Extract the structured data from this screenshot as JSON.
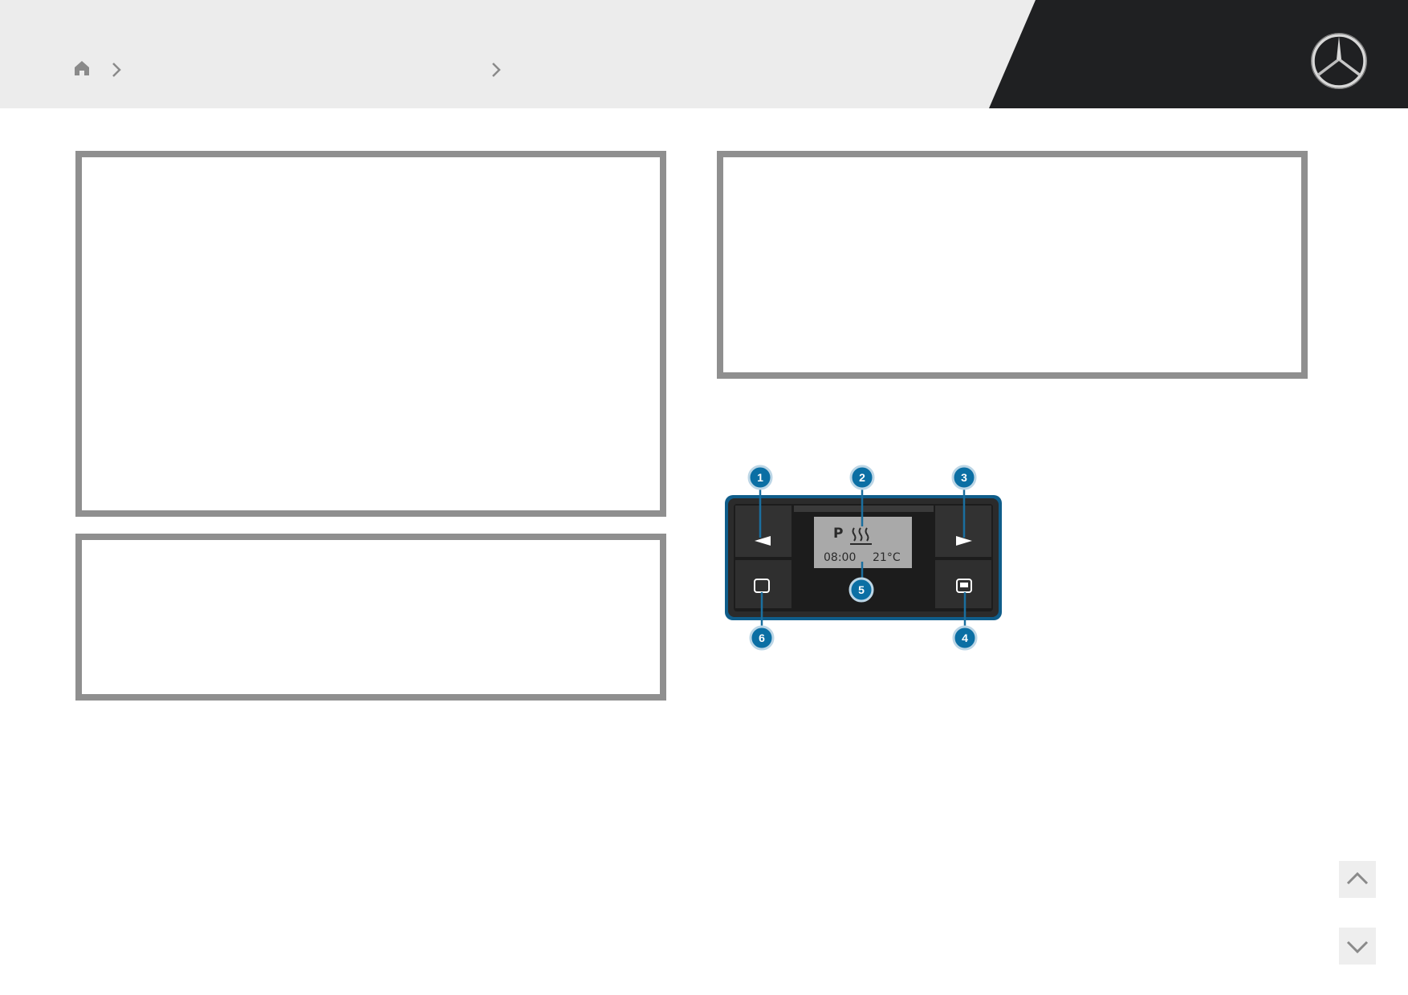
{
  "header": {
    "brand_colors": {
      "light": "#ececec",
      "dark": "#1f2022"
    },
    "icons": [
      "home-icon",
      "chevron-right-icon",
      "chevron-right-icon",
      "mercedes-star-logo"
    ]
  },
  "device": {
    "lcd": {
      "mode": "P",
      "time": "08:00",
      "temperature": "21°C"
    },
    "callouts": [
      "1",
      "2",
      "3",
      "4",
      "5",
      "6"
    ],
    "callout_color": "#0b6fa4"
  },
  "navigation": {
    "icons": [
      "chevron-up-icon",
      "chevron-down-icon"
    ]
  }
}
